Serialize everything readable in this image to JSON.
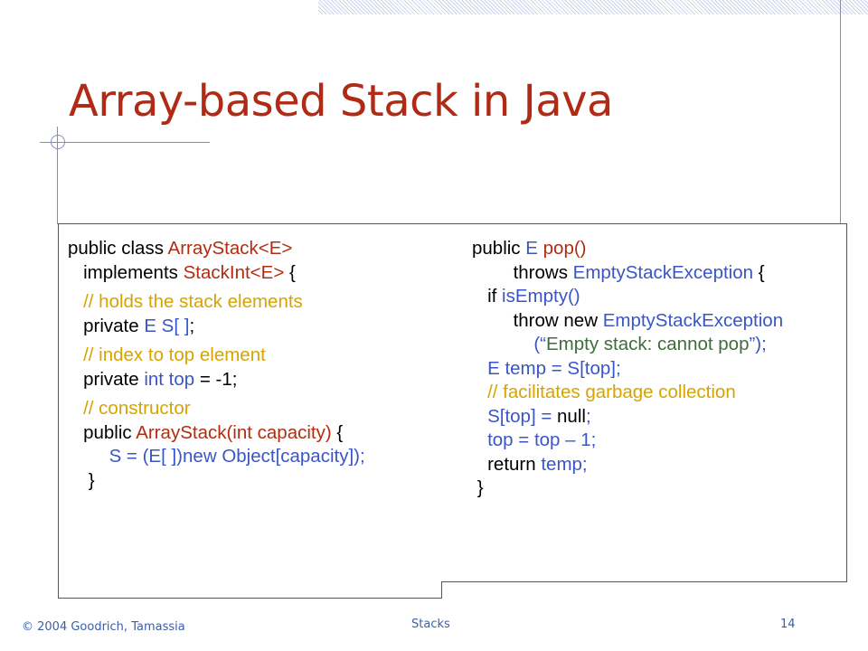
{
  "slide": {
    "title": "Array-based Stack in Java",
    "footer_left": "© 2004 Goodrich, Tamassia",
    "footer_center": "Stacks",
    "footer_right": "14"
  },
  "colors": {
    "title": "#b02a16",
    "keyword": "#000000",
    "identifier": "#b22c10",
    "type": "#3a56c6",
    "comment": "#d6a400",
    "string": "#3f6b3d",
    "accent_line": "#7a8fc7"
  },
  "left_code": [
    [
      {
        "t": "public class ",
        "c": "k"
      },
      {
        "t": "ArrayStack<E>",
        "c": "r"
      }
    ],
    [
      {
        "t": "   implements ",
        "c": "k"
      },
      {
        "t": "StackInt<E>",
        "c": "r"
      },
      {
        "t": " {",
        "c": "k"
      }
    ],
    [
      {
        "t": "   // holds the stack elements",
        "c": "y"
      }
    ],
    [
      {
        "t": "   private ",
        "c": "k"
      },
      {
        "t": "E S[ ]",
        "c": "b"
      },
      {
        "t": ";",
        "c": "k"
      }
    ],
    [
      {
        "t": "   // index to top element",
        "c": "y"
      }
    ],
    [
      {
        "t": "   private ",
        "c": "k"
      },
      {
        "t": "int top",
        "c": "b"
      },
      {
        "t": " = -1;",
        "c": "k"
      }
    ],
    [
      {
        "t": "   // constructor",
        "c": "y"
      }
    ],
    [
      {
        "t": "   public ",
        "c": "k"
      },
      {
        "t": "ArrayStack(int capacity)",
        "c": "r"
      },
      {
        "t": " {",
        "c": "k"
      }
    ],
    [
      {
        "t": "        S = (E[ ])new Object[capacity]);",
        "c": "b"
      }
    ],
    [
      {
        "t": "    }",
        "c": "k"
      }
    ]
  ],
  "right_code": [
    [
      {
        "t": "public ",
        "c": "k"
      },
      {
        "t": "E ",
        "c": "b"
      },
      {
        "t": "pop()",
        "c": "r"
      }
    ],
    [
      {
        "t": "        throws ",
        "c": "k"
      },
      {
        "t": "EmptyStackException",
        "c": "b"
      },
      {
        "t": " {",
        "c": "k"
      }
    ],
    [
      {
        "t": "   if ",
        "c": "k"
      },
      {
        "t": "isEmpty()",
        "c": "b"
      }
    ],
    [
      {
        "t": "        throw new ",
        "c": "k"
      },
      {
        "t": "EmptyStackException",
        "c": "b"
      }
    ],
    [
      {
        "t": "            (“",
        "c": "b"
      },
      {
        "t": "Empty stack: cannot pop",
        "c": "g"
      },
      {
        "t": "”);",
        "c": "b"
      }
    ],
    [
      {
        "t": "   E temp = S[top];",
        "c": "b"
      }
    ],
    [
      {
        "t": "   // facilitates garbage collection",
        "c": "y"
      }
    ],
    [
      {
        "t": "   S[top] = ",
        "c": "b"
      },
      {
        "t": "null",
        "c": "k"
      },
      {
        "t": ";",
        "c": "b"
      }
    ],
    [
      {
        "t": "   top = top – 1;",
        "c": "b"
      }
    ],
    [
      {
        "t": "   return ",
        "c": "k"
      },
      {
        "t": "temp;",
        "c": "b"
      }
    ],
    [
      {
        "t": " }",
        "c": "k"
      }
    ]
  ]
}
